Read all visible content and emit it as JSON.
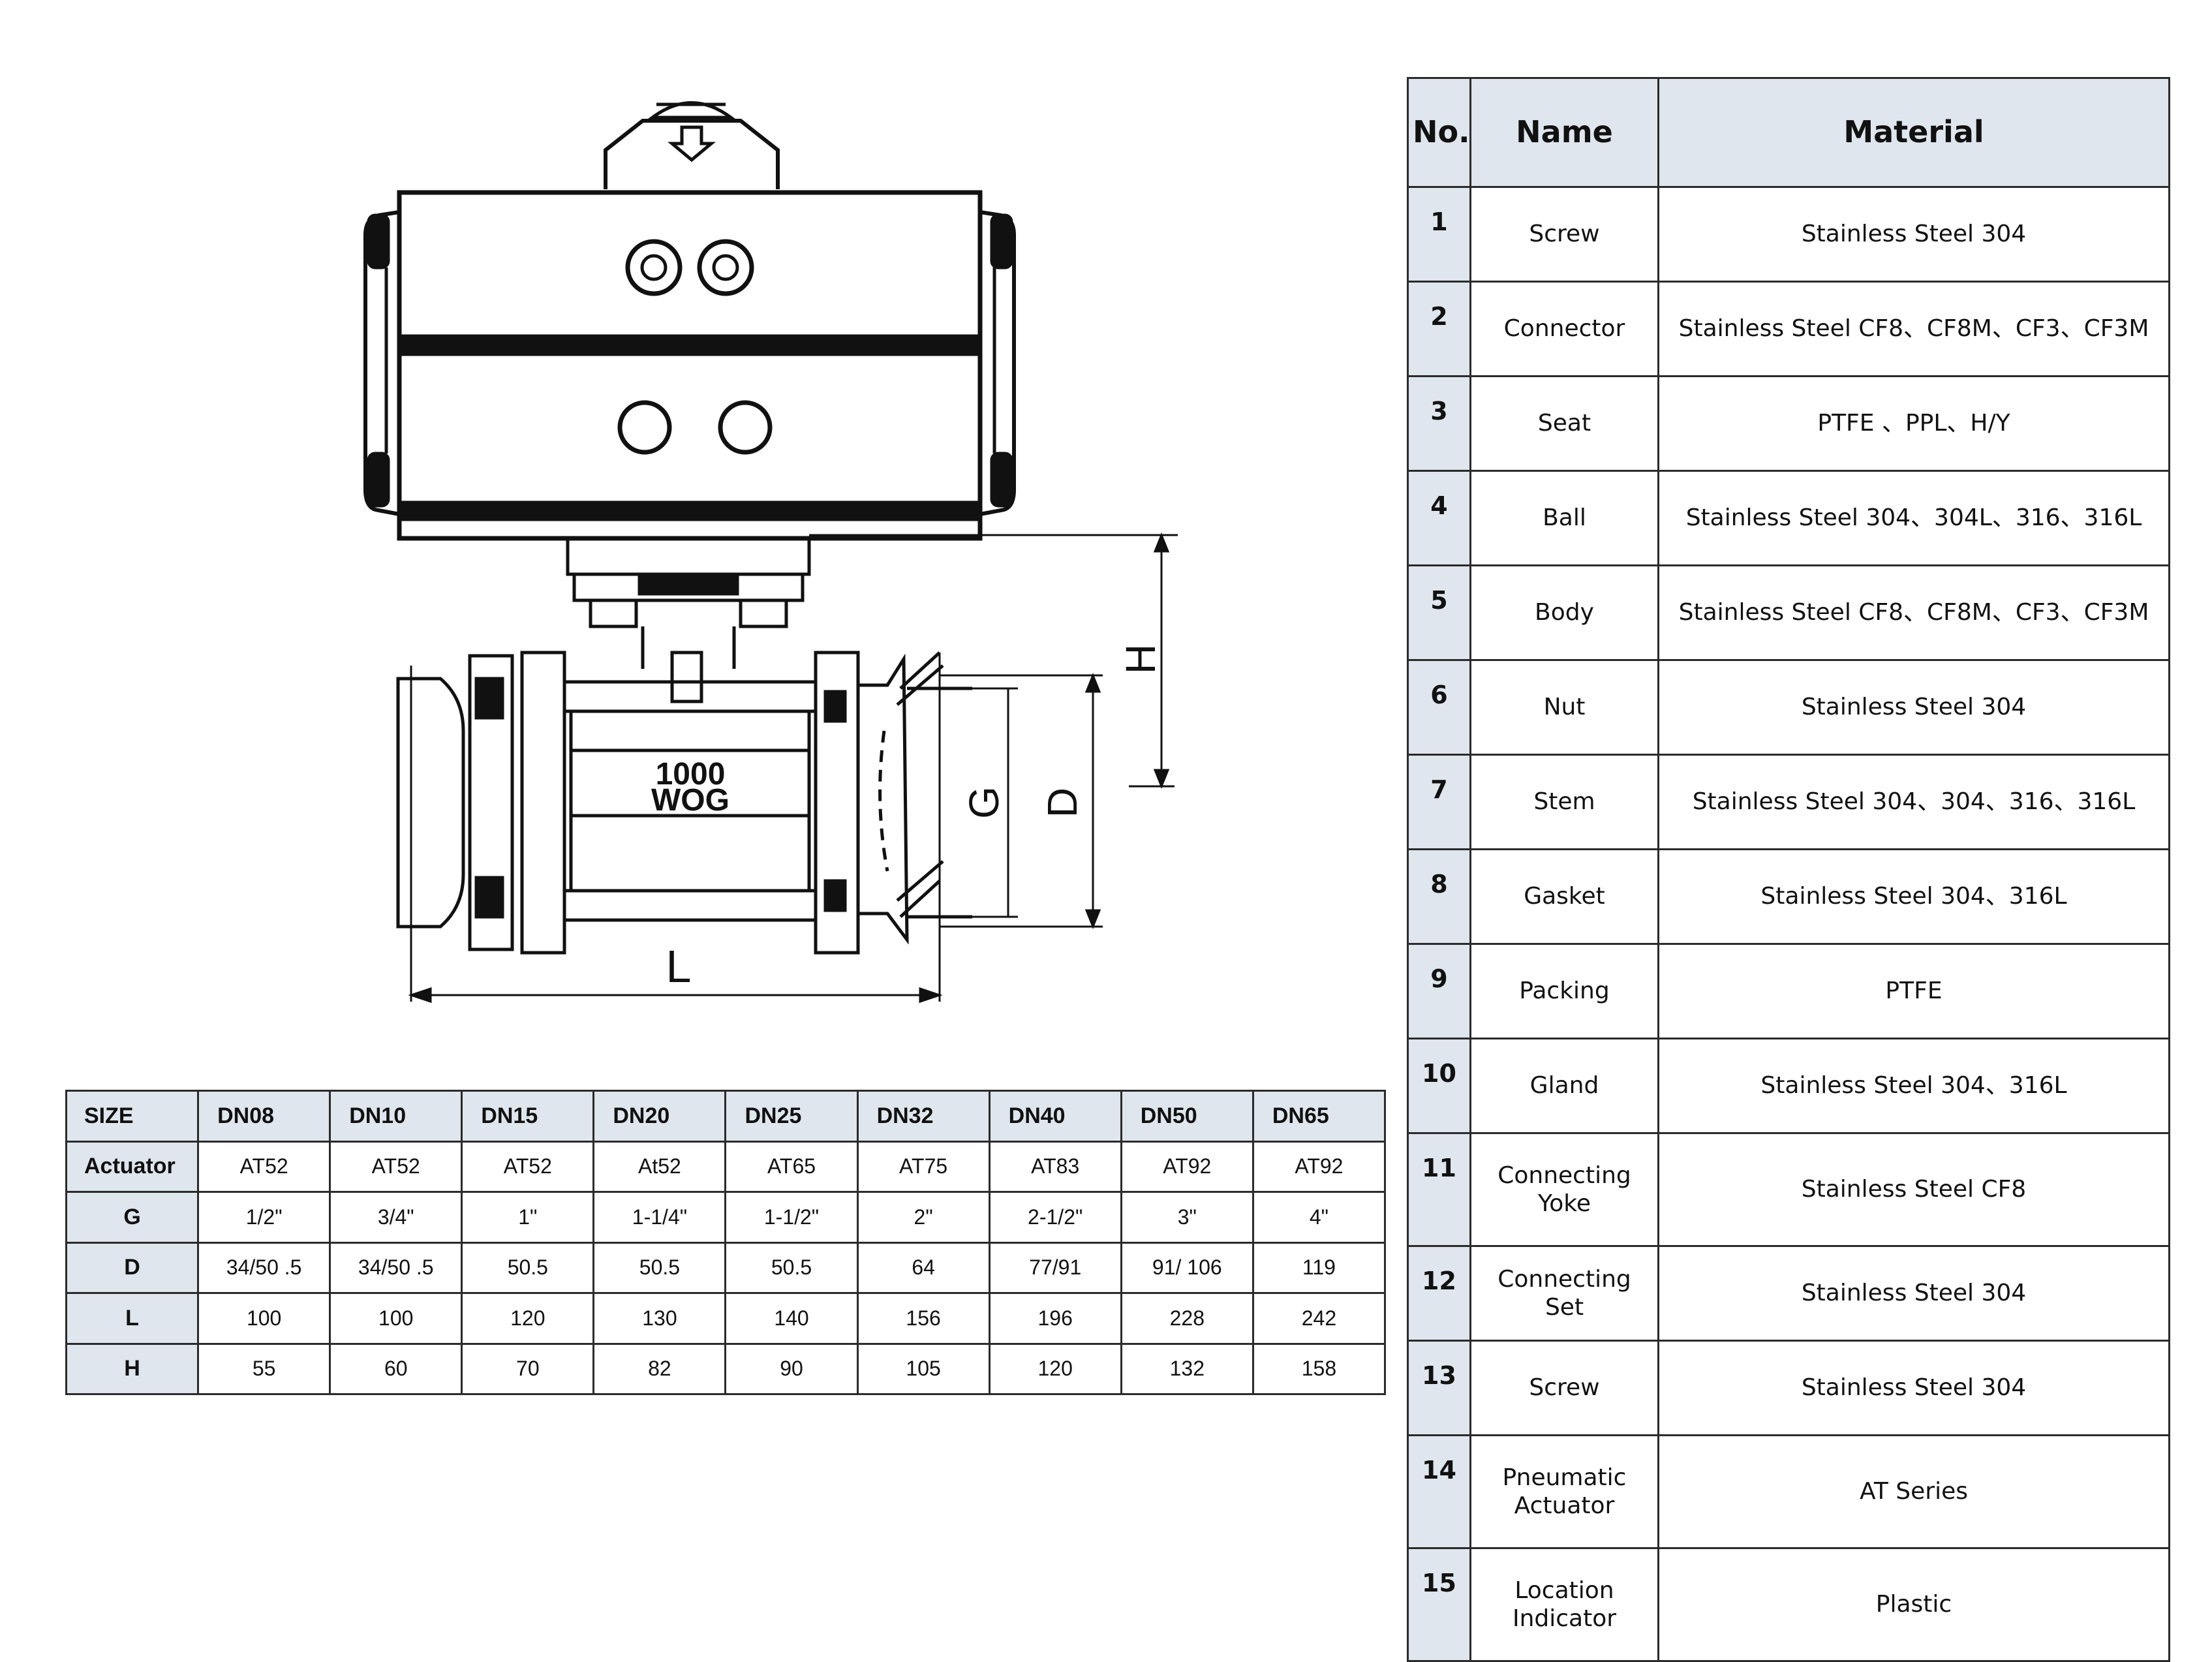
{
  "drawing": {
    "label_pressure": "1000",
    "label_rating": "WOG",
    "dim_L": "L",
    "dim_G": "G",
    "dim_D": "D",
    "dim_H": "H"
  },
  "size_table": {
    "header": [
      "SIZE",
      "DN08",
      "DN10",
      "DN15",
      "DN20",
      "DN25",
      "DN32",
      "DN40",
      "DN50",
      "DN65"
    ],
    "rows": [
      {
        "label": "Actuator",
        "values": [
          "AT52",
          "AT52",
          "AT52",
          "At52",
          "AT65",
          "AT75",
          "AT83",
          "AT92",
          "AT92"
        ]
      },
      {
        "label": "G",
        "values": [
          "1/2\"",
          "3/4\"",
          "1\"",
          "1-1/4\"",
          "1-1/2\"",
          "2\"",
          "2-1/2\"",
          "3\"",
          "4\""
        ]
      },
      {
        "label": "D",
        "values": [
          "34/50 .5",
          "34/50 .5",
          "50.5",
          "50.5",
          "50.5",
          "64",
          "77/91",
          "91/ 106",
          "119"
        ]
      },
      {
        "label": "L",
        "values": [
          "100",
          "100",
          "120",
          "130",
          "140",
          "156",
          "196",
          "228",
          "242"
        ]
      },
      {
        "label": "H",
        "values": [
          "55",
          "60",
          "70",
          "82",
          "90",
          "105",
          "120",
          "132",
          "158"
        ]
      }
    ]
  },
  "parts_table": {
    "header": {
      "no": "No.",
      "name": "Name",
      "material": "Material"
    },
    "rows": [
      {
        "no": "1",
        "name": "Screw",
        "material": "Stainless Steel 304"
      },
      {
        "no": "2",
        "name": "Connector",
        "material": "Stainless Steel CF8、CF8M、CF3、CF3M"
      },
      {
        "no": "3",
        "name": "Seat",
        "material": "PTFE 、PPL、H/Y"
      },
      {
        "no": "4",
        "name": "Ball",
        "material": "Stainless Steel 304、304L、316、316L"
      },
      {
        "no": "5",
        "name": "Body",
        "material": "Stainless Steel CF8、CF8M、CF3、CF3M"
      },
      {
        "no": "6",
        "name": "Nut",
        "material": "Stainless Steel 304"
      },
      {
        "no": "7",
        "name": "Stem",
        "material": "Stainless Steel 304、304、316、316L"
      },
      {
        "no": "8",
        "name": "Gasket",
        "material": "Stainless Steel 304、316L"
      },
      {
        "no": "9",
        "name": "Packing",
        "material": "PTFE"
      },
      {
        "no": "10",
        "name": "Gland",
        "material": "Stainless Steel 304、316L"
      },
      {
        "no": "11",
        "name": "Connecting Yoke",
        "material": "Stainless Steel CF8"
      },
      {
        "no": "12",
        "name": "Connecting Set",
        "material": "Stainless Steel 304"
      },
      {
        "no": "13",
        "name": "Screw",
        "material": "Stainless Steel 304"
      },
      {
        "no": "14",
        "name": "Pneumatic Actuator",
        "material": "AT Series"
      },
      {
        "no": "15",
        "name": "Location Indicator",
        "material": "Plastic"
      }
    ]
  }
}
